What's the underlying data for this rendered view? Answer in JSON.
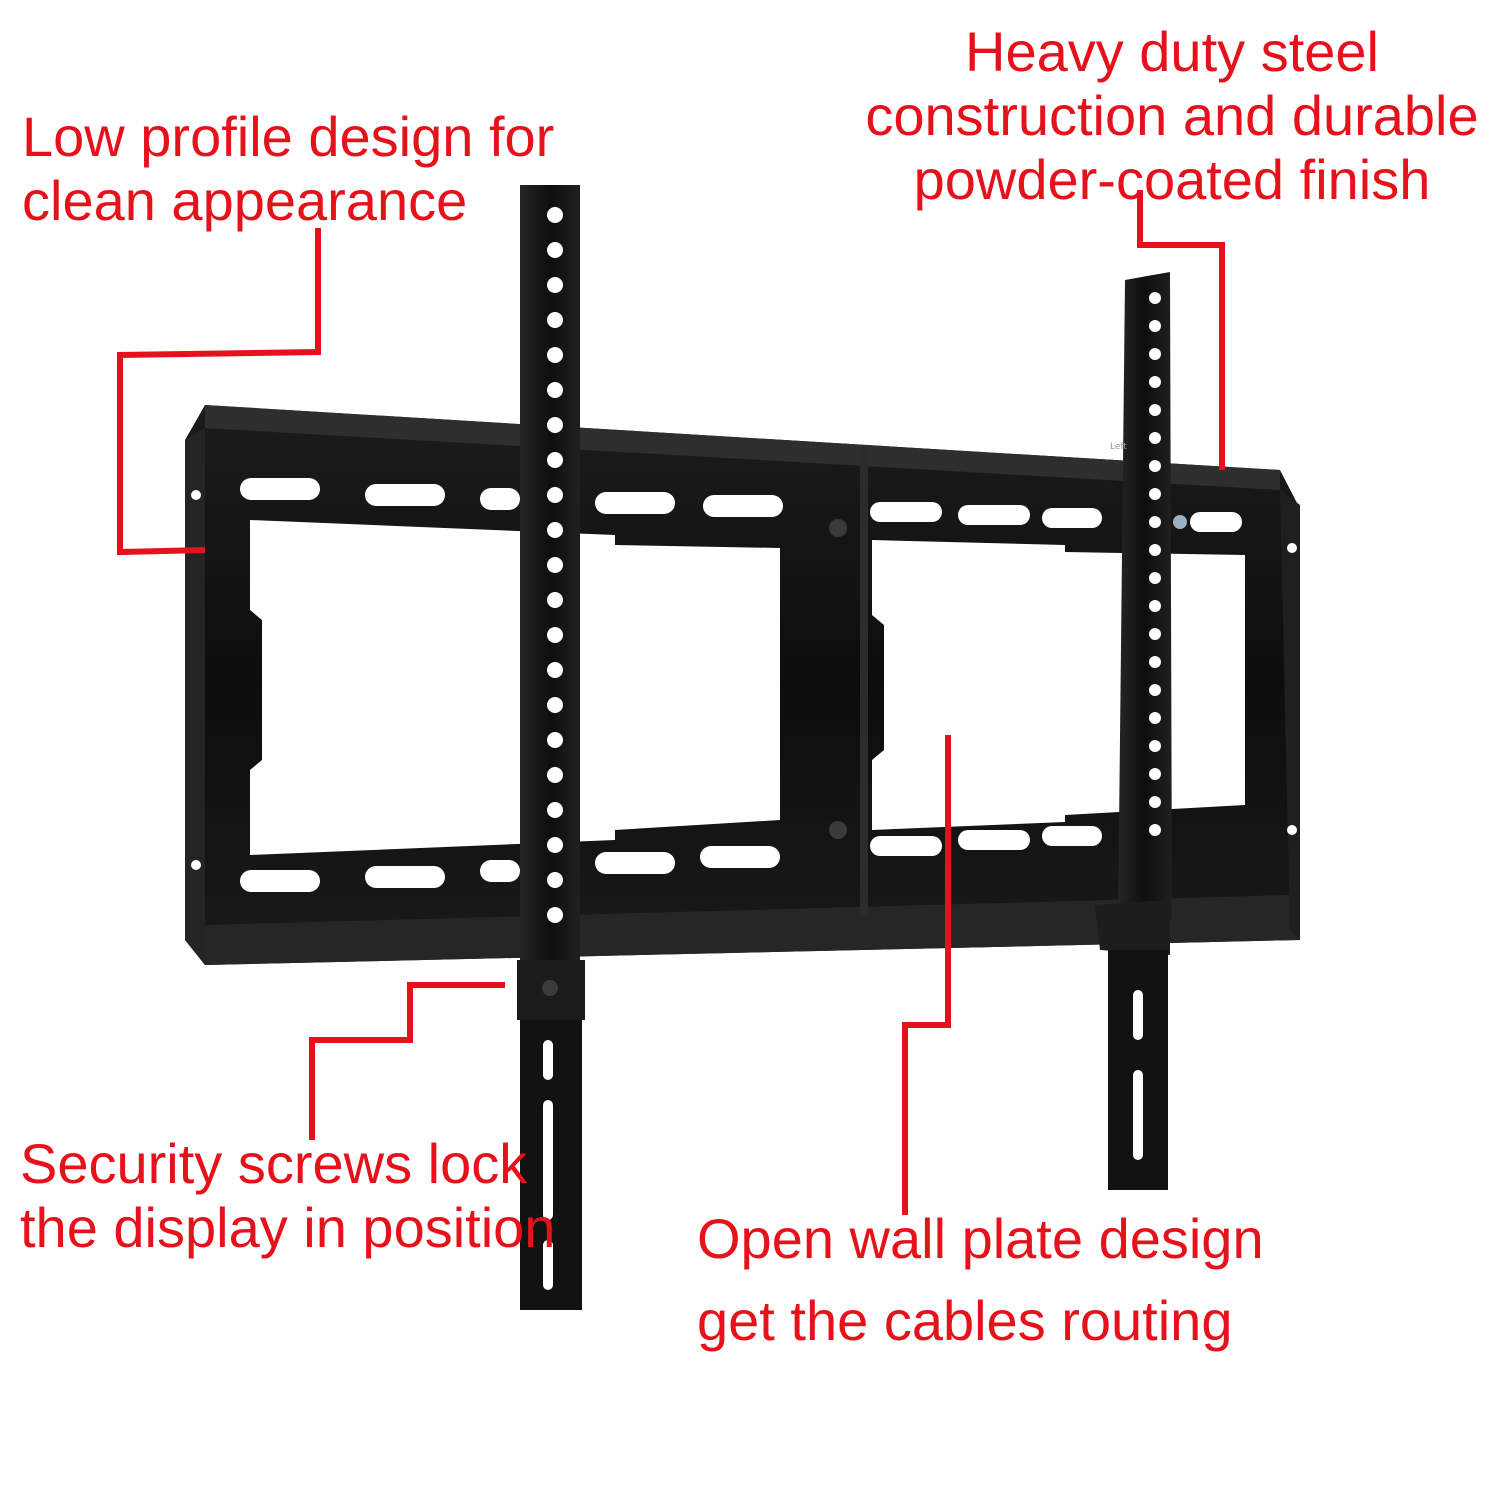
{
  "colors": {
    "callout_text": "#e5121b",
    "leader_line": "#e5121b",
    "mount_body": "#121212",
    "mount_highlight": "#3a3a3a",
    "background": "#ffffff"
  },
  "callouts": {
    "low_profile": {
      "line1": "Low profile design for",
      "line2": "clean appearance"
    },
    "heavy_duty": {
      "line1": "Heavy duty steel",
      "line2": "construction and durable",
      "line3": "powder-coated finish"
    },
    "security_screws": {
      "line1": "Security screws lock",
      "line2": "the display in position"
    },
    "open_wall_plate": {
      "line1": "Open wall plate design",
      "line2": "get the cables routing"
    }
  },
  "bracket_marking": "Left",
  "product": {
    "icon": "tv-wall-mount-icon"
  }
}
